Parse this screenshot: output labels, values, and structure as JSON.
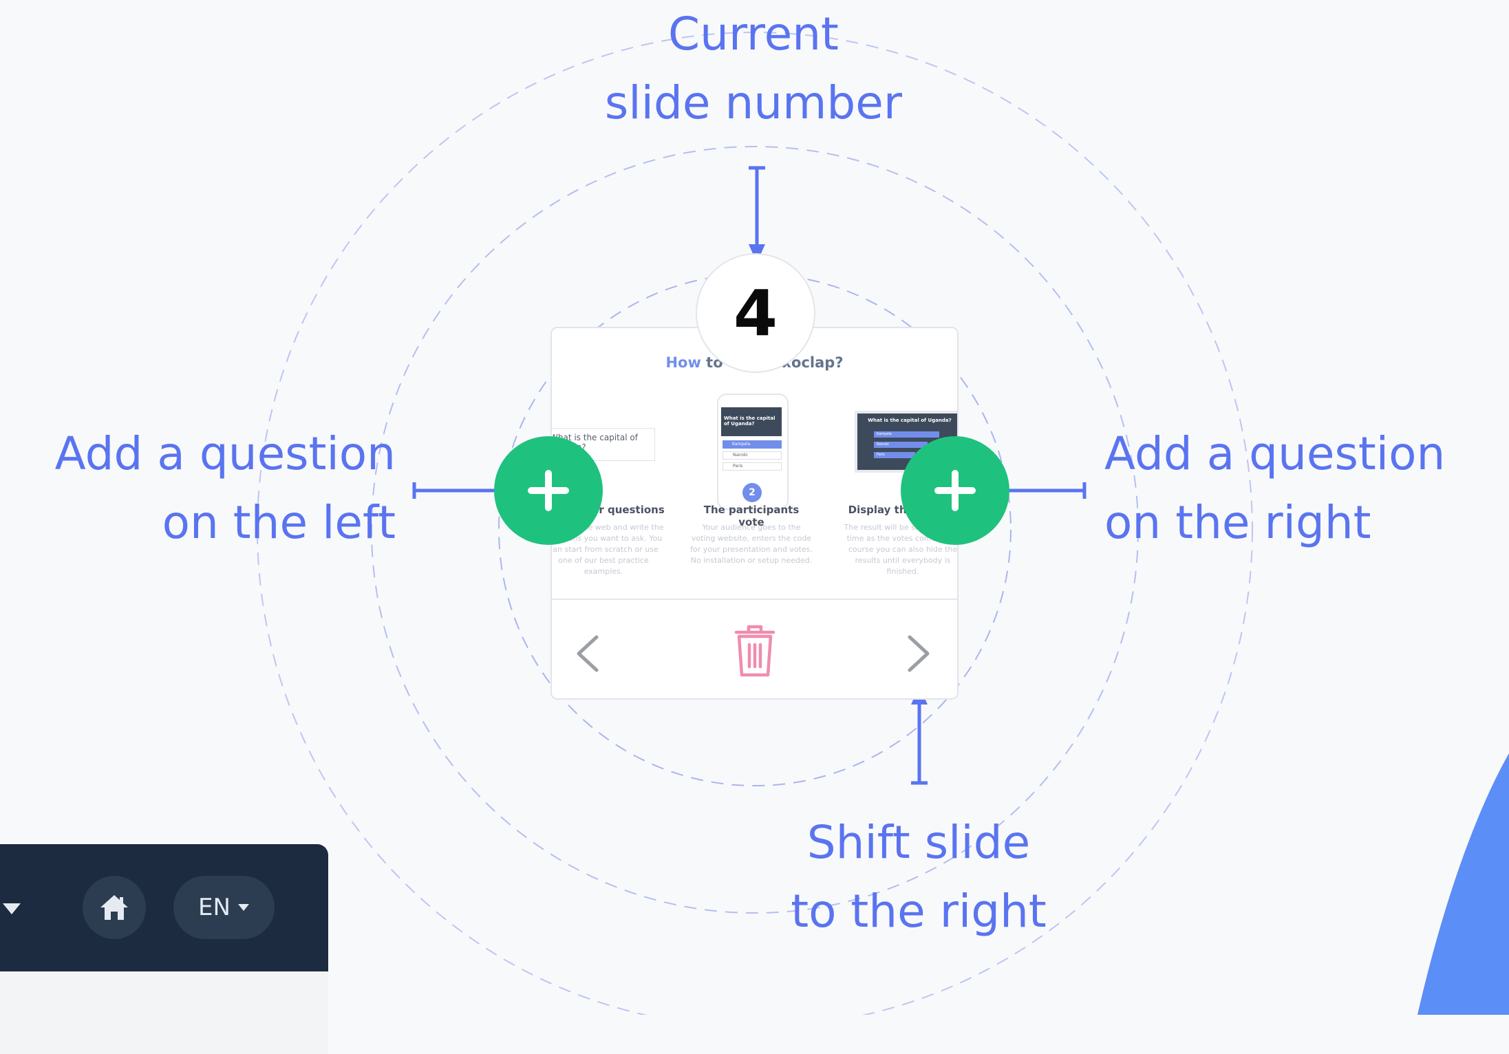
{
  "annotations": {
    "slide_number": [
      "Current",
      "slide number"
    ],
    "add_left": [
      "Add a question",
      "on the left"
    ],
    "add_right": [
      "Add a question",
      "on the right"
    ],
    "shift_right": [
      "Shift slide",
      "to the right"
    ]
  },
  "slide": {
    "number": "4",
    "title_highlight": "How",
    "title_rest": " to use Voxoclap?",
    "steps": [
      {
        "title": "Write your questions",
        "description": "Log in on the web and write the questions you want to ask. You can start from scratch or use one of our best practice examples.",
        "sample_question": "What is the capital of Uganda?"
      },
      {
        "title": "The participants vote",
        "description": "Your audience goes to the voting website, enters the code for your presentation and votes. No installation or setup needed.",
        "badge": "2",
        "phone_question": "What is the capital of Uganda?",
        "options": [
          "Kampala",
          "Nairobi",
          "Paris"
        ]
      },
      {
        "title": "Display the results",
        "description": "The result will be shown in real time as the votes come in. Of course you can also hide the results until everybody is finished.",
        "screen_question": "What is the capital of Uganda?",
        "options": [
          "Kampala",
          "Nairobi",
          "Paris"
        ]
      }
    ]
  },
  "toolbar": {
    "language": "EN"
  },
  "colors": {
    "annotation": "#5a74f0",
    "add_button": "#1fc17e",
    "delete_icon": "#f08cae",
    "toolbar_bg": "#1c2b3f",
    "accent_blob": "#5b8ef7"
  },
  "icons": {
    "add_left": "plus-icon",
    "add_right": "plus-icon",
    "prev": "chevron-left-icon",
    "next": "chevron-right-icon",
    "delete": "trash-icon",
    "home": "home-icon",
    "language_caret": "caret-down-icon"
  }
}
